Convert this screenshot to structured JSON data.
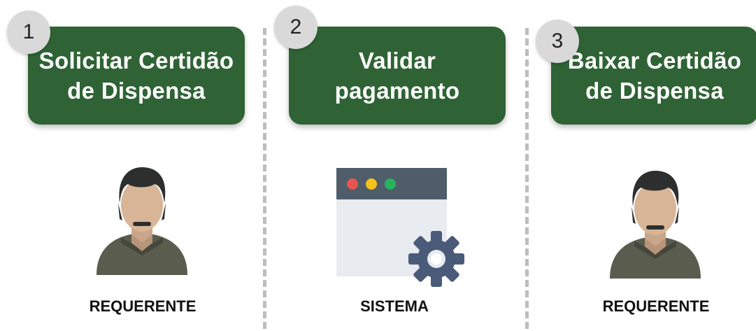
{
  "steps": [
    {
      "number": "1",
      "title": "Solicitar Certidão\nde Dispensa",
      "actor": "REQUERENTE",
      "actor_icon": "user-icon"
    },
    {
      "number": "2",
      "title": "Validar\npagamento",
      "actor": "SISTEMA",
      "actor_icon": "browser-settings-icon"
    },
    {
      "number": "3",
      "title": "Baixar Certidão\nde Dispensa",
      "actor": "REQUERENTE",
      "actor_icon": "user-icon"
    }
  ],
  "colors": {
    "box": "#2f6335",
    "badge": "#d9d9d9",
    "divider": "#bdbdbd"
  }
}
